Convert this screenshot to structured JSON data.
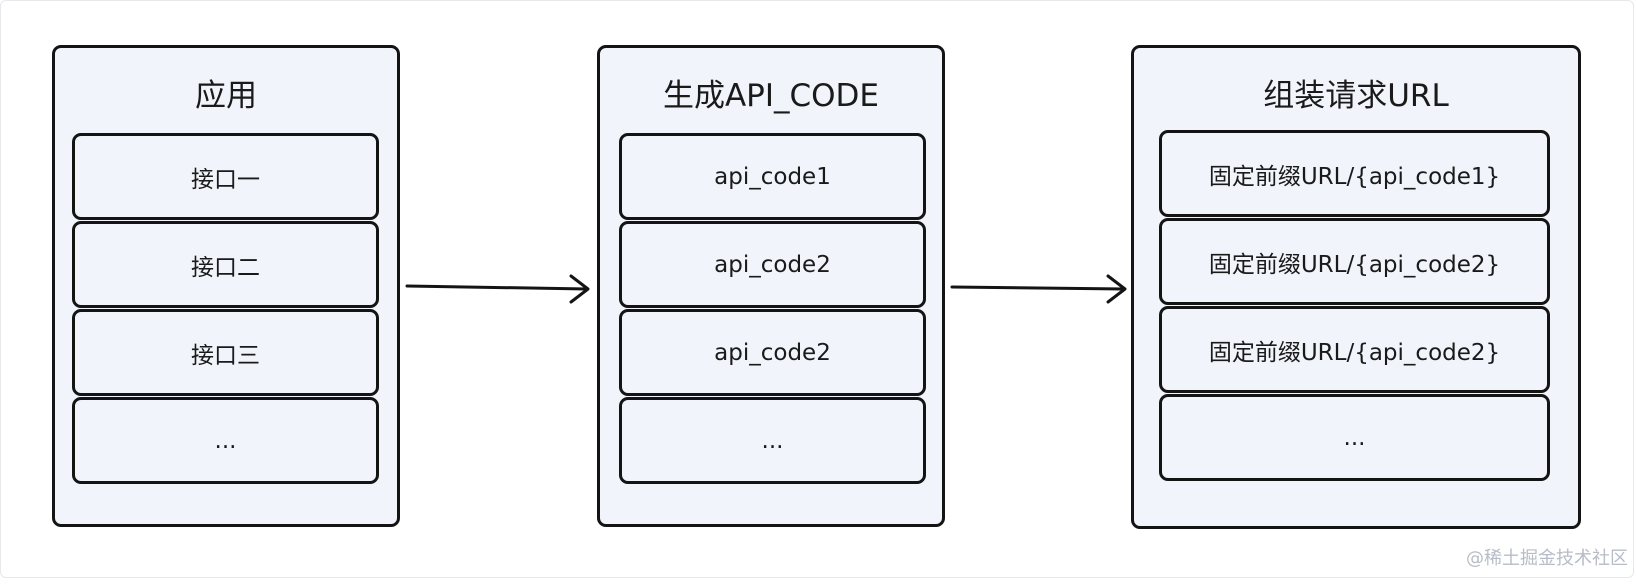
{
  "panels": [
    {
      "title": "应用",
      "items": [
        "接口一",
        "接口二",
        "接口三",
        "..."
      ]
    },
    {
      "title": "生成API_CODE",
      "items": [
        "api_code1",
        "api_code2",
        "api_code2",
        "..."
      ]
    },
    {
      "title": "组装请求URL",
      "items": [
        "固定前缀URL/{api_code1}",
        "固定前缀URL/{api_code2}",
        "固定前缀URL/{api_code2}",
        "..."
      ]
    }
  ],
  "arrows": [
    {
      "from": "应用",
      "to": "生成API_CODE"
    },
    {
      "from": "生成API_CODE",
      "to": "组装请求URL"
    }
  ],
  "watermark": "@稀土掘金技术社区",
  "colors": {
    "panel_fill": "#f1f4fb",
    "border": "#141414",
    "text": "#1a1a1a",
    "watermark": "#b7bcc6"
  }
}
